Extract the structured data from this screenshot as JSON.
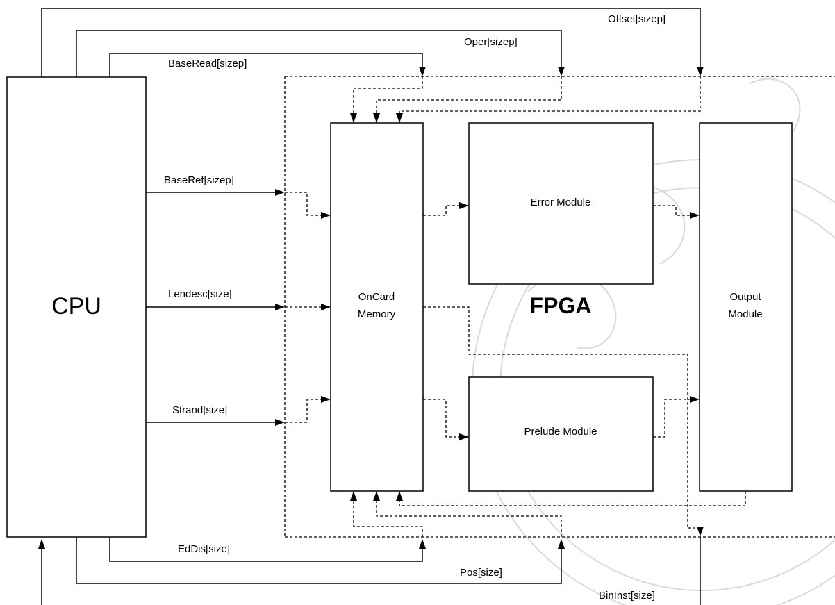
{
  "blocks": {
    "cpu": "CPU",
    "fpga": "FPGA",
    "oncard_line1": "OnCard",
    "oncard_line2": "Memory",
    "error": "Error Module",
    "prelude": "Prelude Module",
    "output_line1": "Output",
    "output_line2": "Module"
  },
  "signals": {
    "offset": "Offset[sizep]",
    "oper": "Oper[sizep]",
    "baseread": "BaseRead[sizep]",
    "baseref": "BaseRef[sizep]",
    "lendesc": "Lendesc[size]",
    "strand": "Strand[size]",
    "eddis": "EdDis[size]",
    "pos": "Pos[size]",
    "bininst": "BinInst[size]"
  },
  "colors": {
    "line": "#000000",
    "watermark": "#d9d9d9"
  }
}
